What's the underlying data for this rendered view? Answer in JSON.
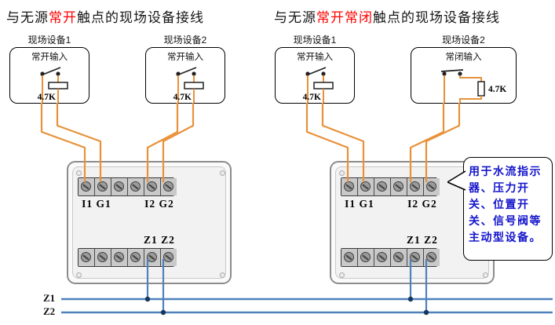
{
  "titles": {
    "left": {
      "prefix": "与无源",
      "highlight": "常开",
      "suffix": "触点的现场设备接线"
    },
    "right": {
      "prefix": "与无源",
      "highlight": "常开常闭",
      "suffix": "触点的现场设备接线"
    }
  },
  "devices": [
    {
      "name": "现场设备1",
      "input_label": "常开输入",
      "resistor": "4.7K"
    },
    {
      "name": "现场设备2",
      "input_label": "常开输入",
      "resistor": "4.7K"
    },
    {
      "name": "现场设备1",
      "input_label": "常开输入",
      "resistor": "4.7K"
    },
    {
      "name": "现场设备2",
      "input_label": "常闭输入",
      "resistor": "4.7K"
    }
  ],
  "module_labels": {
    "i1g1": "I1 G1",
    "i2g2": "I2 G2",
    "z1z2": "Z1 Z2"
  },
  "bus_labels": {
    "z1": "Z1",
    "z2": "Z2"
  },
  "callout": {
    "text": "用于水流指示器、压力开关、位置开关、信号阀等主动型设备。"
  },
  "colors": {
    "wire": "#E8913A",
    "bus": "#4F81BD",
    "busdot": "#17375E",
    "highlight": "#FF0000",
    "callout": "#1414CC"
  }
}
